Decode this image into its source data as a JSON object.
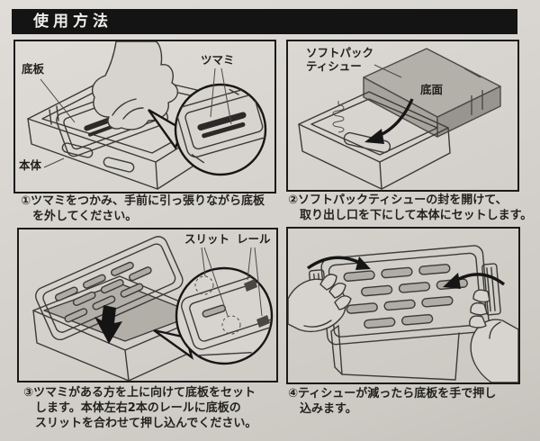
{
  "title": "使用方法",
  "colors": {
    "paper": "#d7d4cf",
    "ink": "#22211f",
    "title_bg": "#141414",
    "title_text": "#efeeea",
    "shade_light": "#b3b0aa",
    "shade_mid": "#a6a39d",
    "shade_dark": "#98958f"
  },
  "steps": [
    {
      "labels": {
        "bottom_plate": "底板",
        "knob": "ツマミ",
        "main_body": "本体"
      },
      "caption": [
        "①ツマミをつかみ、手前に引っ張りながら底板",
        "を外してください。"
      ]
    },
    {
      "labels": {
        "soft_pack_1": "ソフトパック",
        "soft_pack_2": "ティシュー",
        "bottom_face": "底面"
      },
      "caption": [
        "②ソフトパックティシューの封を開けて、",
        "取り出し口を下にして本体にセットします。"
      ]
    },
    {
      "labels": {
        "slit": "スリット",
        "rail": "レール"
      },
      "caption": [
        "③ツマミがある方を上に向けて底板をセット",
        "します。本体左右2本のレールに底板の",
        "スリットを合わせて押し込んでください。"
      ]
    },
    {
      "labels": {},
      "caption": [
        "④ティシューが減ったら底板を手で押し",
        "込みます。"
      ]
    }
  ]
}
